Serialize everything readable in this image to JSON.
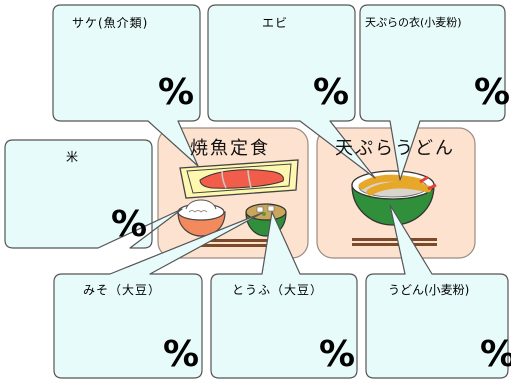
{
  "set_meals": {
    "grilled_fish": "焼魚定食",
    "tempura_udon": "天ぷらうどん"
  },
  "callouts": {
    "salmon": {
      "label": "サケ(魚介類)",
      "unit": "%"
    },
    "shrimp": {
      "label": "エビ",
      "unit": "%"
    },
    "batter": {
      "label": "天ぷらの衣(小麦粉)",
      "unit": "%"
    },
    "rice": {
      "label": "米",
      "unit": "%"
    },
    "miso": {
      "label": "みそ（大豆）",
      "unit": "%"
    },
    "tofu": {
      "label": "とうふ（大豆）",
      "unit": "%"
    },
    "udon": {
      "label": "うどん(小麦粉)",
      "unit": "%"
    }
  },
  "colors": {
    "callout_fill": "#e8fbfb",
    "meal_fill": "#fde3cf",
    "salmon": "#f25c4a",
    "tray": "#fdf7b0"
  }
}
